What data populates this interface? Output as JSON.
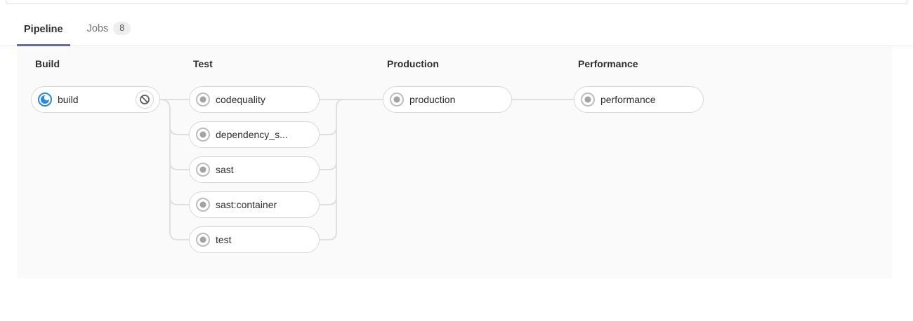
{
  "tabs": {
    "pipeline_label": "Pipeline",
    "jobs_label": "Jobs",
    "jobs_count": "8"
  },
  "stages": [
    {
      "name": "Build",
      "jobs": [
        {
          "label": "build",
          "status": "running",
          "action": "cancel"
        }
      ]
    },
    {
      "name": "Test",
      "jobs": [
        {
          "label": "codequality",
          "status": "created"
        },
        {
          "label": "dependency_s...",
          "status": "created"
        },
        {
          "label": "sast",
          "status": "created"
        },
        {
          "label": "sast:container",
          "status": "created"
        },
        {
          "label": "test",
          "status": "created"
        }
      ]
    },
    {
      "name": "Production",
      "jobs": [
        {
          "label": "production",
          "status": "created"
        }
      ]
    },
    {
      "name": "Performance",
      "jobs": [
        {
          "label": "performance",
          "status": "created"
        }
      ]
    }
  ],
  "colors": {
    "accent_tab_underline": "#6666c4",
    "status_running_blue": "#2a87e3",
    "status_created_gray": "#bdbdbd",
    "connector_gray": "#dfdfdf",
    "graph_background": "#fafafa"
  }
}
